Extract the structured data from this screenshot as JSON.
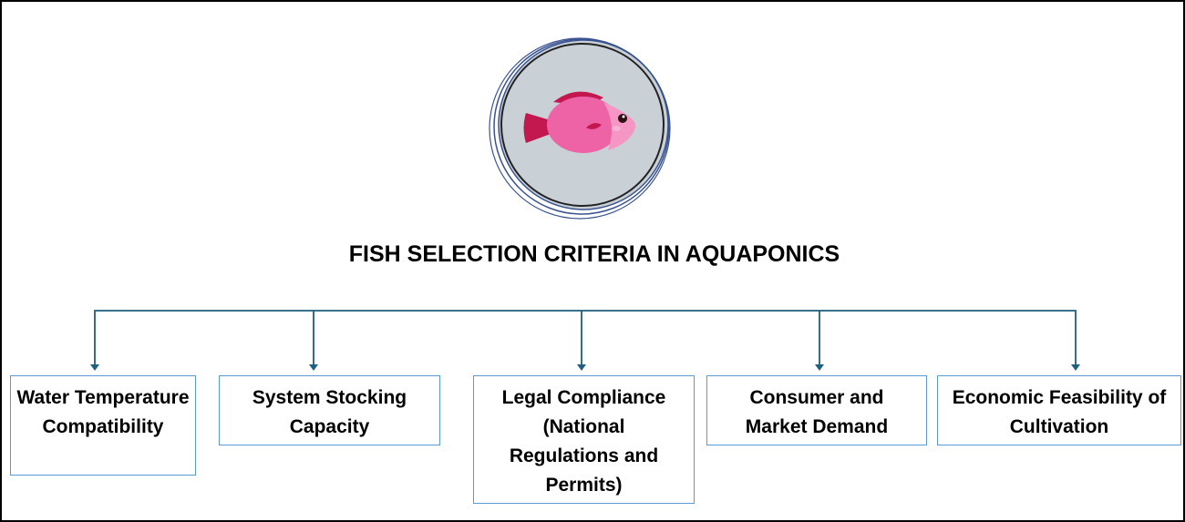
{
  "title": "FISH SELECTION CRITERIA IN AQUAPONICS",
  "icon": "fish-icon",
  "colors": {
    "connector": "#1f5f7f",
    "box_border": "#5b9bd5",
    "circle_fill": "#c9d1d7",
    "fish": "#ee63a5"
  },
  "criteria": [
    {
      "label": "Water Temperature Compatibility"
    },
    {
      "label": "System Stocking Capacity"
    },
    {
      "label": "Legal Compliance (National Regulations and Permits)"
    },
    {
      "label": "Consumer and Market Demand"
    },
    {
      "label": "Economic Feasibility of Cultivation"
    }
  ]
}
